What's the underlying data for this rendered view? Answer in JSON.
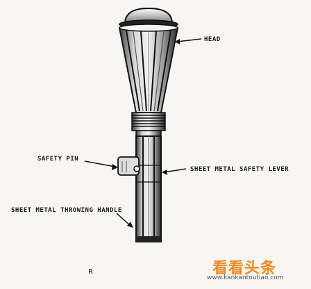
{
  "diagram": {
    "labels": {
      "head": "HEAD",
      "safety_pin": "SAFETY PIN",
      "safety_lever": "SHEET METAL SAFETY LEVER",
      "throwing_handle": "SHEET METAL THROWING HANDLE"
    },
    "caption_fragment": "R"
  },
  "watermark": {
    "title": "看看头条",
    "url": "www.kankantoutiao.com"
  },
  "colors": {
    "ink": "#151515",
    "paper": "#f7f6f3",
    "watermark_orange": "#f08a24"
  }
}
